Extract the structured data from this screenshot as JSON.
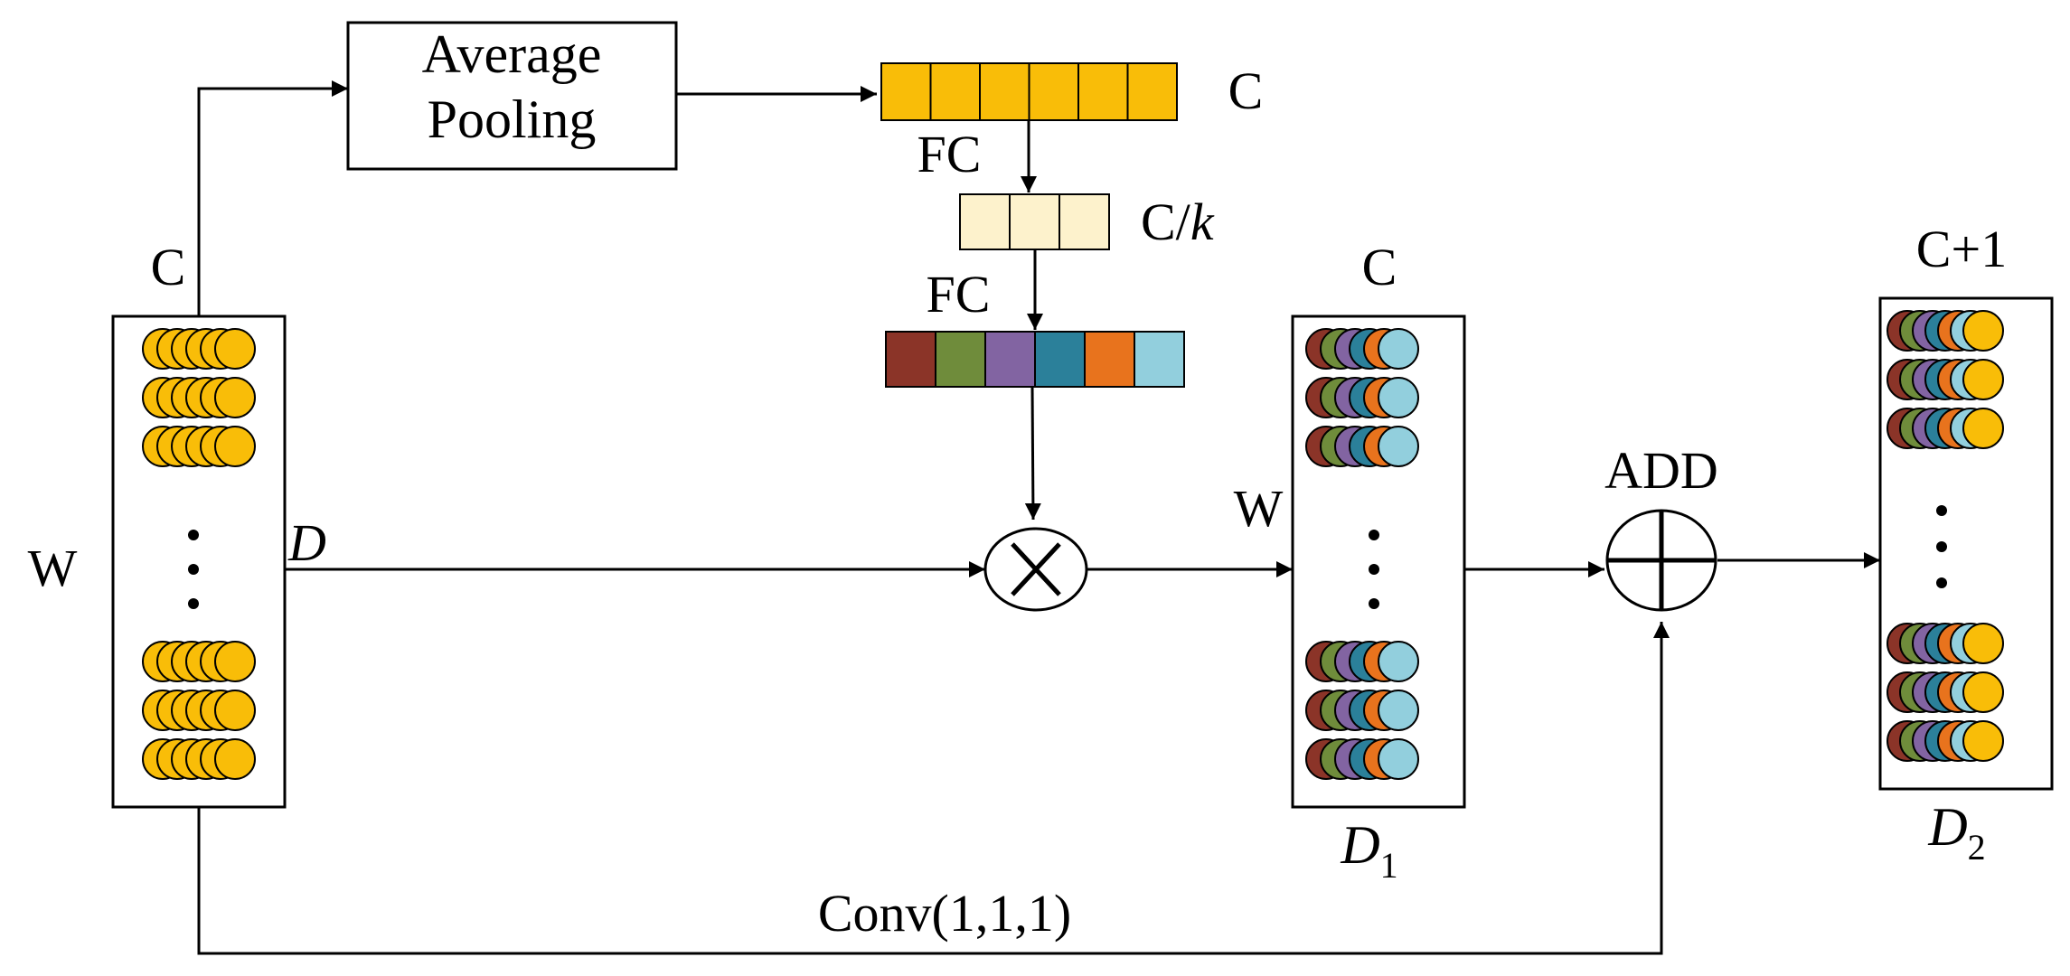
{
  "labels": {
    "average_pooling_line1": "Average",
    "average_pooling_line2": "Pooling",
    "fc_top": "FC",
    "fc_bottom": "FC",
    "channel_c_bar": "C",
    "channel_ck_prefix": "C/",
    "channel_ck_k": "k",
    "input_c": "C",
    "input_w": "W",
    "input_d": "D",
    "d1_c": "C",
    "d1_w": "W",
    "d1_name": "D",
    "d1_sub": "1",
    "add": "ADD",
    "d2_c": "C+1",
    "d2_name": "D",
    "d2_sub": "2",
    "conv": "Conv(1,1,1)"
  },
  "colors": {
    "yellow": "#f9bd08",
    "light_yellow": "#fdf2cc",
    "dark_red": "#8b3428",
    "green": "#6f8c3b",
    "purple": "#8264a2",
    "teal": "#2b809a",
    "orange": "#e8731d",
    "light_blue": "#92cfdd"
  },
  "bars": {
    "channel_c_colors": [
      "yellow",
      "yellow",
      "yellow",
      "yellow",
      "yellow",
      "yellow"
    ],
    "channel_ck_colors": [
      "light_yellow",
      "light_yellow",
      "light_yellow"
    ],
    "weights_colors": [
      "dark_red",
      "green",
      "purple",
      "teal",
      "orange",
      "light_blue"
    ]
  },
  "stacks": {
    "input_colors": [
      "yellow",
      "yellow",
      "yellow",
      "yellow",
      "yellow",
      "yellow"
    ],
    "d1_colors": [
      "dark_red",
      "green",
      "purple",
      "teal",
      "orange",
      "light_blue"
    ],
    "d2_colors": [
      "dark_red",
      "green",
      "purple",
      "teal",
      "orange",
      "light_blue",
      "yellow"
    ]
  }
}
